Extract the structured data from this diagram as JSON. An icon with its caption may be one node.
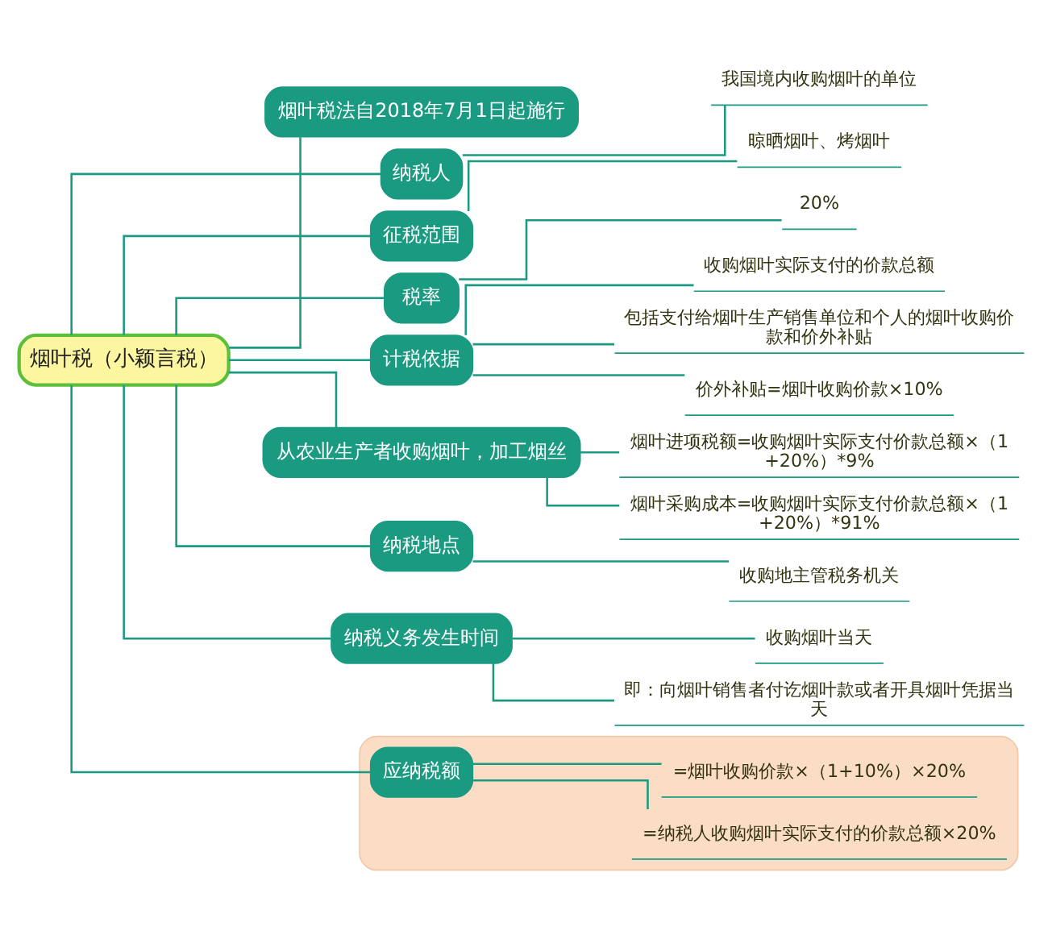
{
  "diagram": {
    "nodes": [
      {
        "text": [
          "烟叶税（小颖言税）"
        ]
      },
      {
        "text": [
          "烟叶税法自2018年7月1日起施行"
        ]
      },
      {
        "text": [
          "纳税人"
        ]
      },
      {
        "text": [
          "我国境内收购烟叶的单位"
        ]
      },
      {
        "text": [
          "征税范围"
        ]
      },
      {
        "text": [
          "晾晒烟叶、烤烟叶"
        ]
      },
      {
        "text": [
          "税率"
        ]
      },
      {
        "text": [
          "20%"
        ]
      },
      {
        "text": [
          "计税依据"
        ]
      },
      {
        "text": [
          "收购烟叶实际支付的价款总额"
        ]
      },
      {
        "text": [
          "包括支付给烟叶生产销售单位和个人的烟叶收购价款和价外补贴"
        ]
      },
      {
        "text": [
          "价外补贴=烟叶收购价款×10%"
        ]
      },
      {
        "text": [],
        "shape": "cloud"
      },
      {
        "text": [
          "应纳税额"
        ],
        "in": 12
      },
      {
        "text": [
          "=纳税人收购烟叶实际支付的价款总额×20%"
        ],
        "in": 12
      },
      {
        "text": [
          "=烟叶收购价款×（1+10%）×20%"
        ],
        "in": 12
      },
      {
        "text": [
          "从农业生产者收购烟叶，加工烟丝"
        ]
      },
      {
        "text": [
          "烟叶进项税额=收购烟叶实际支付价款总额×（1+20%）*9%"
        ]
      },
      {
        "text": [
          "烟叶采购成本=收购烟叶实际支付价款总额×（1+20%）*91%"
        ]
      },
      {
        "text": [
          "纳税地点"
        ]
      },
      {
        "text": [
          "收购地主管税务机关"
        ]
      },
      {
        "text": [
          "纳税义务发生时间"
        ]
      },
      {
        "text": [
          "收购烟叶当天"
        ]
      },
      {
        "text": [
          "即：向烟叶销售者付讫烟叶款或者开具烟叶凭据当天"
        ]
      }
    ],
    "edges": [
      {
        "from": 0,
        "to": 1,
        "arrow": "none"
      },
      {
        "from": 0,
        "to": 2,
        "arrow": "none"
      },
      {
        "from": 2,
        "to": 3,
        "arrow": "none"
      },
      {
        "from": 0,
        "to": 4,
        "arrow": "none"
      },
      {
        "from": 4,
        "to": 5,
        "arrow": "none"
      },
      {
        "from": 0,
        "to": 6,
        "arrow": "none"
      },
      {
        "from": 6,
        "to": 7,
        "arrow": "none"
      },
      {
        "from": 0,
        "to": 8,
        "arrow": "none"
      },
      {
        "from": 8,
        "to": 9,
        "arrow": "none"
      },
      {
        "from": 8,
        "to": 10,
        "arrow": "none"
      },
      {
        "from": 8,
        "to": 11,
        "arrow": "none"
      },
      {
        "from": 0,
        "to": 13,
        "arrow": "none"
      },
      {
        "from": 13,
        "to": 14,
        "arrow": "none"
      },
      {
        "from": 13,
        "to": 15,
        "arrow": "none"
      },
      {
        "from": 0,
        "to": 16,
        "arrow": "none"
      },
      {
        "from": 16,
        "to": 17,
        "arrow": "none"
      },
      {
        "from": 16,
        "to": 18,
        "arrow": "none"
      },
      {
        "from": 0,
        "to": 19,
        "arrow": "none"
      },
      {
        "from": 19,
        "to": 20,
        "arrow": "none"
      },
      {
        "from": 0,
        "to": 21,
        "arrow": "none"
      },
      {
        "from": 21,
        "to": 22,
        "arrow": "none"
      },
      {
        "from": 21,
        "to": 23,
        "arrow": "none"
      }
    ]
  }
}
